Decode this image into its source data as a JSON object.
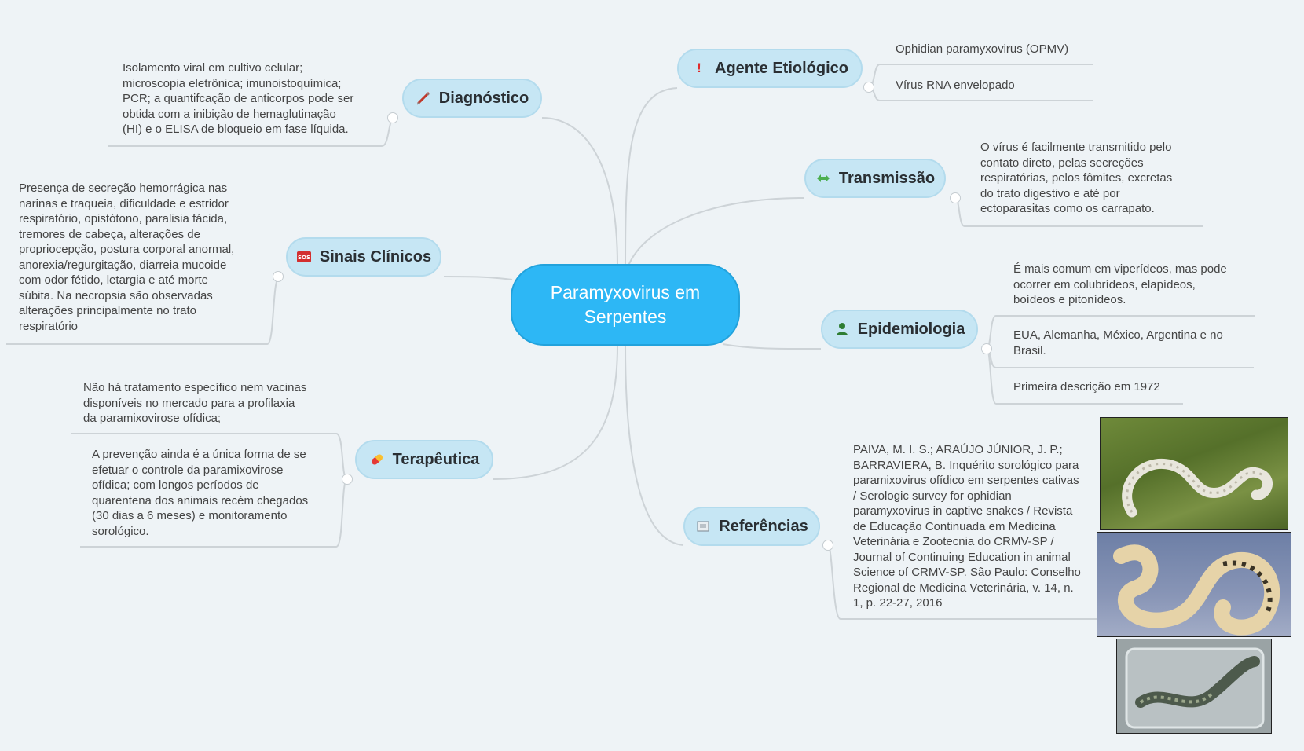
{
  "central": {
    "title_line1": "Paramyxovirus em",
    "title_line2": "Serpentes"
  },
  "topics": {
    "agente": {
      "label": "Agente Etiológico",
      "icon": "exclamation-icon",
      "items": [
        "Ophidian paramyxovirus (OPMV)",
        "Vírus RNA envelopado"
      ]
    },
    "transmissao": {
      "label": "Transmissão",
      "icon": "arrows-icon",
      "items": [
        [
          "O vírus é facilmente transmitido pelo",
          "contato direto, pelas secreções",
          "respiratórias, pelos fômites, excretas",
          "do trato digestivo e até por",
          "ectoparasitas como os carrapato."
        ]
      ]
    },
    "epidemiologia": {
      "label": "Epidemiologia",
      "icon": "person-icon",
      "items": [
        [
          "É mais comum em viperídeos, mas pode",
          "ocorrer em colubrídeos, elapídeos,",
          "boídeos e pitonídeos."
        ],
        [
          "EUA, Alemanha, México, Argentina e no",
          "Brasil."
        ],
        [
          "Primeira descrição em 1972"
        ]
      ]
    },
    "referencias": {
      "label": "Referências",
      "icon": "document-icon",
      "items": [
        [
          "PAIVA, M. I. S.; ARAÚJO JÚNIOR, J. P.;",
          "BARRAVIERA, B. Inquérito sorológico para",
          "paramixovirus ofídico em serpentes cativas",
          "/ Serologic survey for ophidian",
          "paramyxovirus in captive snakes / Revista",
          "de Educação Continuada em Medicina",
          "Veterinária e Zootecnia do CRMV-SP /",
          "Journal of Continuing Education in animal",
          "Science of CRMV-SP. São Paulo: Conselho",
          "Regional de Medicina Veterinária, v. 14, n.",
          "1, p. 22-27, 2016"
        ]
      ]
    },
    "diagnostico": {
      "label": "Diagnóstico",
      "icon": "syringe-icon",
      "items": [
        [
          "Isolamento viral em cultivo celular;",
          "microscopia eletrônica; imunoistoquímica;",
          "PCR; a quantifcação de anticorpos pode ser",
          "obtida com a inibição de hemaglutinação",
          "(HI) e o ELISA de bloqueio em fase líquida."
        ]
      ]
    },
    "sinais": {
      "label": "Sinais Clínicos",
      "icon": "sos-icon",
      "items": [
        [
          "Presença de secreção hemorrágica nas",
          "narinas e traqueia, dificuldade e estridor",
          "respiratório, opistótono, paralisia fácida,",
          "tremores de cabeça, alterações de",
          "propriocepção, postura corporal anormal,",
          "anorexia/regurgitação, diarreia mucoide",
          "com odor fétido, letargia e até morte",
          "súbita. Na necropsia são observadas",
          "alterações principalmente no trato",
          "respiratório"
        ]
      ]
    },
    "terapeutica": {
      "label": "Terapêutica",
      "icon": "pill-icon",
      "items": [
        [
          "Não há tratamento específico nem vacinas",
          "disponíveis no mercado para a profilaxia",
          "da paramixovirose ofídica;"
        ],
        [
          "A prevenção ainda é a única forma de se",
          "efetuar o controle da paramixovirose",
          "ofídica; com longos períodos de",
          "quarentena dos animais recém chegados",
          "(30 dias a 6 meses) e monitoramento",
          "sorológico."
        ]
      ]
    }
  },
  "colors": {
    "central": "#2db7f5",
    "topic": "#c6e6f4",
    "link": "#c9d0d4",
    "text": "#444444"
  }
}
